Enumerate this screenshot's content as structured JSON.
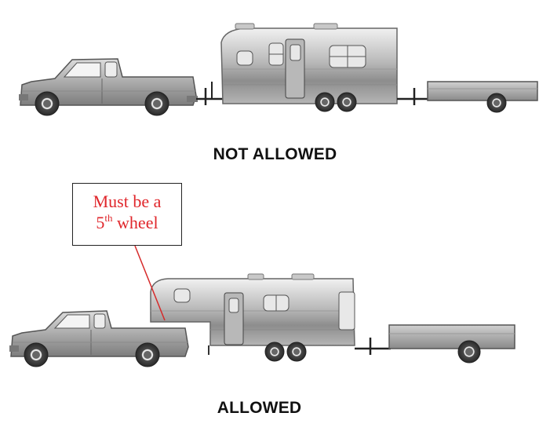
{
  "captions": {
    "top": "NOT ALLOWED",
    "bottom": "ALLOWED"
  },
  "callout": {
    "line1": "Must be a",
    "ordinal_num": "5",
    "ordinal_suffix": "th",
    "line2_rest": " wheel"
  },
  "colors": {
    "callout_text": "#e0262b",
    "pointer_line": "#d62a2a",
    "vehicle_body": "#a8a8a8",
    "vehicle_dark": "#5a5a5a"
  }
}
